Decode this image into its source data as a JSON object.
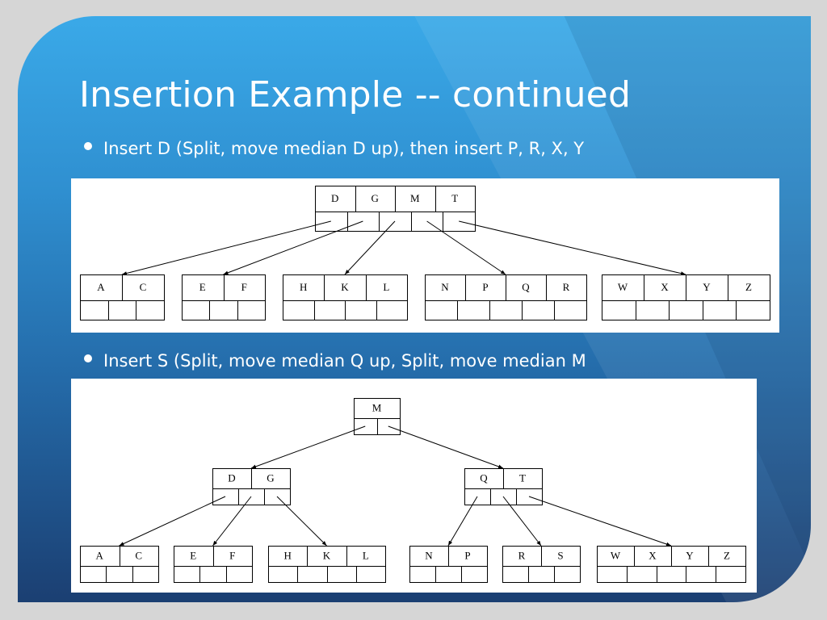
{
  "slide": {
    "title": "Insertion Example -- continued",
    "bullets": [
      "Insert D (Split, move median D up), then insert P, R, X, Y",
      "Insert S (Split, move median Q up, Split, move median M"
    ]
  },
  "diagrams": [
    {
      "name": "b-tree-after-d-and-p-r-x-y",
      "nodes": [
        {
          "id": "root",
          "keys": [
            "D",
            "G",
            "M",
            "T"
          ]
        },
        {
          "id": "leaf-ac",
          "keys": [
            "A",
            "C"
          ]
        },
        {
          "id": "leaf-ef",
          "keys": [
            "E",
            "F"
          ]
        },
        {
          "id": "leaf-hkl",
          "keys": [
            "H",
            "K",
            "L"
          ]
        },
        {
          "id": "leaf-npqr",
          "keys": [
            "N",
            "P",
            "Q",
            "R"
          ]
        },
        {
          "id": "leaf-wxyz",
          "keys": [
            "W",
            "X",
            "Y",
            "Z"
          ]
        }
      ],
      "edges": [
        [
          "root",
          "leaf-ac"
        ],
        [
          "root",
          "leaf-ef"
        ],
        [
          "root",
          "leaf-hkl"
        ],
        [
          "root",
          "leaf-npqr"
        ],
        [
          "root",
          "leaf-wxyz"
        ]
      ]
    },
    {
      "name": "b-tree-after-s",
      "nodes": [
        {
          "id": "root",
          "keys": [
            "M"
          ]
        },
        {
          "id": "inner-dg",
          "keys": [
            "D",
            "G"
          ]
        },
        {
          "id": "inner-qt",
          "keys": [
            "Q",
            "T"
          ]
        },
        {
          "id": "leaf-ac",
          "keys": [
            "A",
            "C"
          ]
        },
        {
          "id": "leaf-ef",
          "keys": [
            "E",
            "F"
          ]
        },
        {
          "id": "leaf-hkl",
          "keys": [
            "H",
            "K",
            "L"
          ]
        },
        {
          "id": "leaf-np",
          "keys": [
            "N",
            "P"
          ]
        },
        {
          "id": "leaf-rs",
          "keys": [
            "R",
            "S"
          ]
        },
        {
          "id": "leaf-wxyz",
          "keys": [
            "W",
            "X",
            "Y",
            "Z"
          ]
        }
      ],
      "edges": [
        [
          "root",
          "inner-dg"
        ],
        [
          "root",
          "inner-qt"
        ],
        [
          "inner-dg",
          "leaf-ac"
        ],
        [
          "inner-dg",
          "leaf-ef"
        ],
        [
          "inner-dg",
          "leaf-hkl"
        ],
        [
          "inner-qt",
          "leaf-np"
        ],
        [
          "inner-qt",
          "leaf-rs"
        ],
        [
          "inner-qt",
          "leaf-wxyz"
        ]
      ]
    }
  ]
}
